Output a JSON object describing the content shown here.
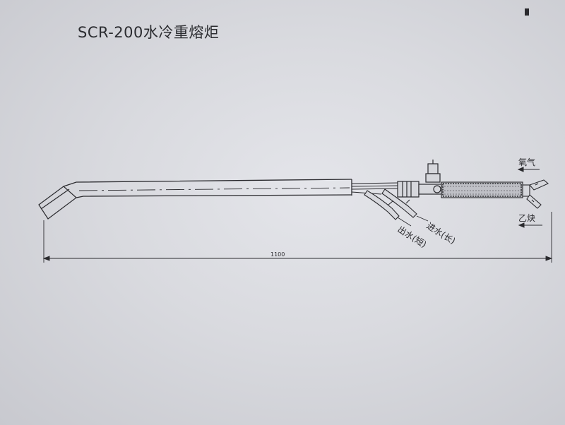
{
  "title": "SCR-200水冷重熔炬",
  "labels": {
    "oxygen": "氧气",
    "acetylene": "乙炔",
    "water_in": "进水(长)",
    "water_out": "出水(短)",
    "dimension": "1100"
  },
  "colors": {
    "ink": "#2a2a2e",
    "paper": "#dcdde2"
  }
}
